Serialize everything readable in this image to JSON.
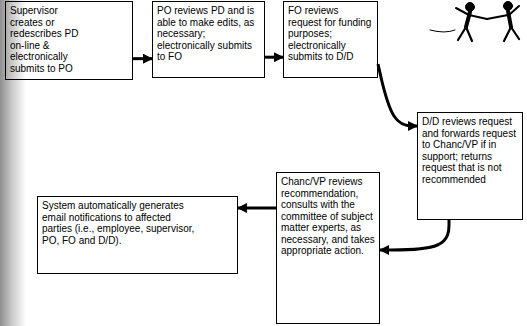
{
  "diagram": {
    "nodes": [
      {
        "text": [
          "Supervisor creates or redescribes PD on-line & electronically submits to PO"
        ]
      },
      {
        "text": [
          "PO reviews PD and is able to make edits, as necessary; electronically submits to FO"
        ]
      },
      {
        "text": [
          "FO reviews request for funding purposes; electronically submits to D/D"
        ]
      },
      {
        "text": [
          "D/D reviews request and forwards request to Chanc/VP if in support; returns request that is not recommended"
        ]
      },
      {
        "text": [
          "Chanc/VP reviews recommendation, consults with the committee of subject matter experts, as necessary, and takes appropriate action."
        ]
      },
      {
        "text": [
          "System automatically generates email notifications to affected parties (i.e., employee, supervisor, PO, FO and D/D)."
        ]
      }
    ],
    "edges": [
      {
        "from": 0,
        "to": 1,
        "arrow": "to"
      },
      {
        "from": 1,
        "to": 2,
        "arrow": "to"
      },
      {
        "from": 2,
        "to": 3,
        "arrow": "to"
      },
      {
        "from": 3,
        "to": 4,
        "arrow": "to"
      },
      {
        "from": 4,
        "to": 5,
        "arrow": "to"
      }
    ]
  }
}
